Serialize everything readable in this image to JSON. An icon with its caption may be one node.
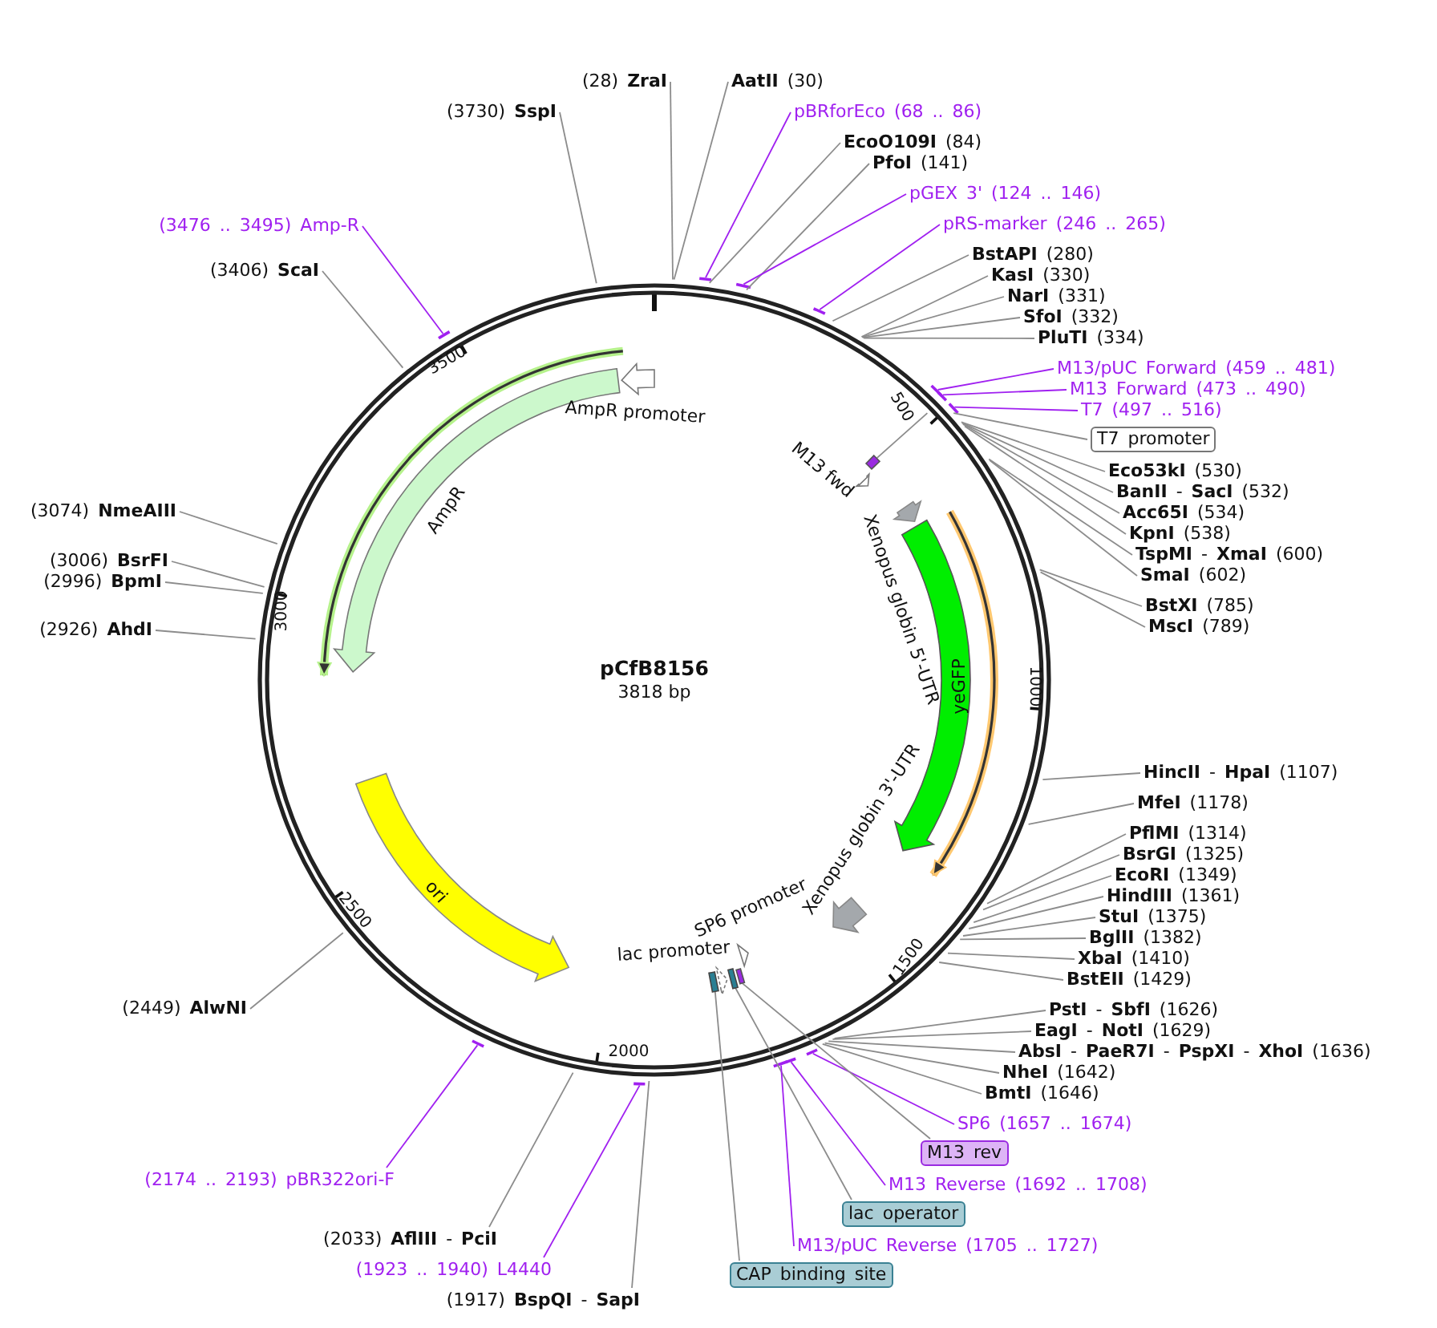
{
  "diagram": {
    "nodes": [
      {
        "text": [
          "pCfB8156",
          "3818 bp"
        ]
      },
      {
        "text": [
          "(28) **ZraI**"
        ]
      },
      {
        "text": [
          "**AatII** (30)"
        ]
      },
      {
        "text": [
          "pBRforEco (68 .. 86)"
        ]
      },
      {
        "text": [
          "**EcoO109I** (84)"
        ]
      },
      {
        "text": [
          "**PfoI** (141)"
        ]
      },
      {
        "text": [
          "pGEX 3' (124 .. 146)"
        ]
      },
      {
        "text": [
          "pRS-marker (246 .. 265)"
        ]
      },
      {
        "text": [
          "**BstAPI** (280)"
        ]
      },
      {
        "text": [
          "**KasI** (330)"
        ]
      },
      {
        "text": [
          "**NarI** (331)"
        ]
      },
      {
        "text": [
          "**SfoI** (332)"
        ]
      },
      {
        "text": [
          "**PluTI** (334)"
        ]
      },
      {
        "text": [
          "M13/pUC Forward (459 .. 481)"
        ]
      },
      {
        "text": [
          "M13 Forward (473 .. 490)"
        ]
      },
      {
        "text": [
          "T7 (497 .. 516)"
        ]
      },
      {
        "text": [
          "T7 promoter"
        ]
      },
      {
        "text": [
          "**Eco53kI** (530)"
        ]
      },
      {
        "text": [
          "**BanII** - **SacI** (532)"
        ]
      },
      {
        "text": [
          "**Acc65I** (534)"
        ]
      },
      {
        "text": [
          "**KpnI** (538)"
        ]
      },
      {
        "text": [
          "**TspMI** - **XmaI** (600)"
        ]
      },
      {
        "text": [
          "**SmaI** (602)"
        ]
      },
      {
        "text": [
          "**BstXI** (785)"
        ]
      },
      {
        "text": [
          "**MscI** (789)"
        ]
      },
      {
        "text": [
          "**HincII** - **HpaI** (1107)"
        ]
      },
      {
        "text": [
          "**MfeI** (1178)"
        ]
      },
      {
        "text": [
          "**PflMI** (1314)"
        ]
      },
      {
        "text": [
          "**BsrGI** (1325)"
        ]
      },
      {
        "text": [
          "**EcoRI** (1349)"
        ]
      },
      {
        "text": [
          "**HindIII** (1361)"
        ]
      },
      {
        "text": [
          "**StuI** (1375)"
        ]
      },
      {
        "text": [
          "**BglII** (1382)"
        ]
      },
      {
        "text": [
          "**XbaI** (1410)"
        ]
      },
      {
        "text": [
          "**BstEII** (1429)"
        ]
      },
      {
        "text": [
          "**PstI** - **SbfI** (1626)"
        ]
      },
      {
        "text": [
          "**EagI** - **NotI** (1629)"
        ]
      },
      {
        "text": [
          "**AbsI** - **PaeR7I** - **PspXI** - **XhoI** (1636)"
        ]
      },
      {
        "text": [
          "**NheI** (1642)"
        ]
      },
      {
        "text": [
          "**BmtI** (1646)"
        ]
      },
      {
        "text": [
          "SP6 (1657 .. 1674)"
        ]
      },
      {
        "text": [
          "M13 rev"
        ]
      },
      {
        "text": [
          "M13 Reverse (1692 .. 1708)"
        ]
      },
      {
        "text": [
          "lac operator"
        ]
      },
      {
        "text": [
          "M13/pUC Reverse (1705 .. 1727)"
        ]
      },
      {
        "text": [
          "CAP binding site"
        ]
      },
      {
        "text": [
          "(1917) **BspQI** - **SapI**"
        ]
      },
      {
        "text": [
          "(1923 .. 1940) L4440"
        ]
      },
      {
        "text": [
          "(2033) **AflIII** - **PciI**"
        ]
      },
      {
        "text": [
          "(2174 .. 2193) pBR322ori-F"
        ]
      },
      {
        "text": [
          "(2449) **AlwNI**"
        ]
      },
      {
        "text": [
          "(2926) **AhdI**"
        ]
      },
      {
        "text": [
          "(2996) **BpmI**"
        ]
      },
      {
        "text": [
          "(3006) **BsrFI**"
        ]
      },
      {
        "text": [
          "(3074) **NmeAIII**"
        ]
      },
      {
        "text": [
          "(3406) **ScaI**"
        ]
      },
      {
        "text": [
          "(3476 .. 3495) Amp-R"
        ]
      },
      {
        "text": [
          "(3730) **SspI**"
        ]
      },
      {
        "text": [],
        "shape": "box",
        "in": 0
      },
      {
        "text": [],
        "shape": "box",
        "in": 0
      },
      {
        "text": [],
        "shape": "box",
        "in": 0
      },
      {
        "text": [],
        "shape": "box",
        "in": 0
      }
    ],
    "edges": [
      {
        "from": 1,
        "to": 0,
        "arrow": "none"
      },
      {
        "from": 2,
        "to": 0,
        "arrow": "none"
      },
      {
        "from": 3,
        "to": 0,
        "arrow": "none",
        "color": "#a020f0"
      },
      {
        "from": 4,
        "to": 0,
        "arrow": "none"
      },
      {
        "from": 5,
        "to": 0,
        "arrow": "none"
      },
      {
        "from": 6,
        "to": 0,
        "arrow": "none",
        "color": "#a020f0"
      },
      {
        "from": 7,
        "to": 0,
        "arrow": "none",
        "color": "#a020f0"
      },
      {
        "from": 8,
        "to": 0,
        "arrow": "none"
      },
      {
        "from": 9,
        "to": 0,
        "arrow": "none"
      },
      {
        "from": 10,
        "to": 0,
        "arrow": "none"
      },
      {
        "from": 11,
        "to": 0,
        "arrow": "none"
      },
      {
        "from": 12,
        "to": 0,
        "arrow": "none"
      },
      {
        "from": 13,
        "to": 0,
        "arrow": "none",
        "color": "#a020f0"
      },
      {
        "from": 14,
        "to": 0,
        "arrow": "none",
        "color": "#a020f0"
      },
      {
        "from": 15,
        "to": 0,
        "arrow": "none",
        "color": "#a020f0"
      },
      {
        "from": 16,
        "to": 0,
        "arrow": "none"
      },
      {
        "from": 17,
        "to": 0,
        "arrow": "none"
      },
      {
        "from": 18,
        "to": 0,
        "arrow": "none"
      },
      {
        "from": 19,
        "to": 0,
        "arrow": "none"
      },
      {
        "from": 20,
        "to": 0,
        "arrow": "none"
      },
      {
        "from": 21,
        "to": 0,
        "arrow": "none"
      },
      {
        "from": 22,
        "to": 0,
        "arrow": "none"
      },
      {
        "from": 23,
        "to": 0,
        "arrow": "none"
      },
      {
        "from": 24,
        "to": 0,
        "arrow": "none"
      },
      {
        "from": 25,
        "to": 0,
        "arrow": "none"
      },
      {
        "from": 26,
        "to": 0,
        "arrow": "none"
      },
      {
        "from": 27,
        "to": 0,
        "arrow": "none"
      },
      {
        "from": 28,
        "to": 0,
        "arrow": "none"
      },
      {
        "from": 29,
        "to": 0,
        "arrow": "none"
      },
      {
        "from": 30,
        "to": 0,
        "arrow": "none"
      },
      {
        "from": 31,
        "to": 0,
        "arrow": "none"
      },
      {
        "from": 32,
        "to": 0,
        "arrow": "none"
      },
      {
        "from": 33,
        "to": 0,
        "arrow": "none"
      },
      {
        "from": 34,
        "to": 0,
        "arrow": "none"
      },
      {
        "from": 35,
        "to": 0,
        "arrow": "none"
      },
      {
        "from": 36,
        "to": 0,
        "arrow": "none"
      },
      {
        "from": 37,
        "to": 0,
        "arrow": "none"
      },
      {
        "from": 38,
        "to": 0,
        "arrow": "none"
      },
      {
        "from": 39,
        "to": 0,
        "arrow": "none"
      },
      {
        "from": 40,
        "to": 0,
        "arrow": "none",
        "color": "#a020f0"
      },
      {
        "from": 41,
        "to": 59,
        "arrow": "none"
      },
      {
        "from": 42,
        "to": 0,
        "arrow": "none",
        "color": "#a020f0"
      },
      {
        "from": 43,
        "to": 60,
        "arrow": "none"
      },
      {
        "from": 44,
        "to": 0,
        "arrow": "none",
        "color": "#a020f0"
      },
      {
        "from": 45,
        "to": 61,
        "arrow": "none"
      },
      {
        "from": 46,
        "to": 0,
        "arrow": "none"
      },
      {
        "from": 47,
        "to": 0,
        "arrow": "none",
        "color": "#a020f0"
      },
      {
        "from": 48,
        "to": 0,
        "arrow": "none"
      },
      {
        "from": 49,
        "to": 0,
        "arrow": "none",
        "color": "#a020f0"
      },
      {
        "from": 50,
        "to": 0,
        "arrow": "none"
      },
      {
        "from": 51,
        "to": 0,
        "arrow": "none"
      },
      {
        "from": 52,
        "to": 0,
        "arrow": "none"
      },
      {
        "from": 53,
        "to": 0,
        "arrow": "none"
      },
      {
        "from": 54,
        "to": 0,
        "arrow": "none"
      },
      {
        "from": 55,
        "to": 0,
        "arrow": "none"
      },
      {
        "from": 56,
        "to": 0,
        "arrow": "none",
        "color": "#a020f0"
      },
      {
        "from": 57,
        "to": 0,
        "arrow": "none"
      },
      {
        "from": 58,
        "to": 0,
        "arrow": "none"
      }
    ],
    "labels": [
      "AmpR promoter",
      "AmpR",
      "M13 fwd",
      "Xenopus globin 5'-UTR",
      "yeGFP",
      "Xenopus globin 3'-UTR",
      "SP6 promoter",
      "lac promoter",
      "ori",
      "500",
      "1000",
      "1500",
      "2000",
      "2500",
      "3000",
      "3500"
    ]
  }
}
